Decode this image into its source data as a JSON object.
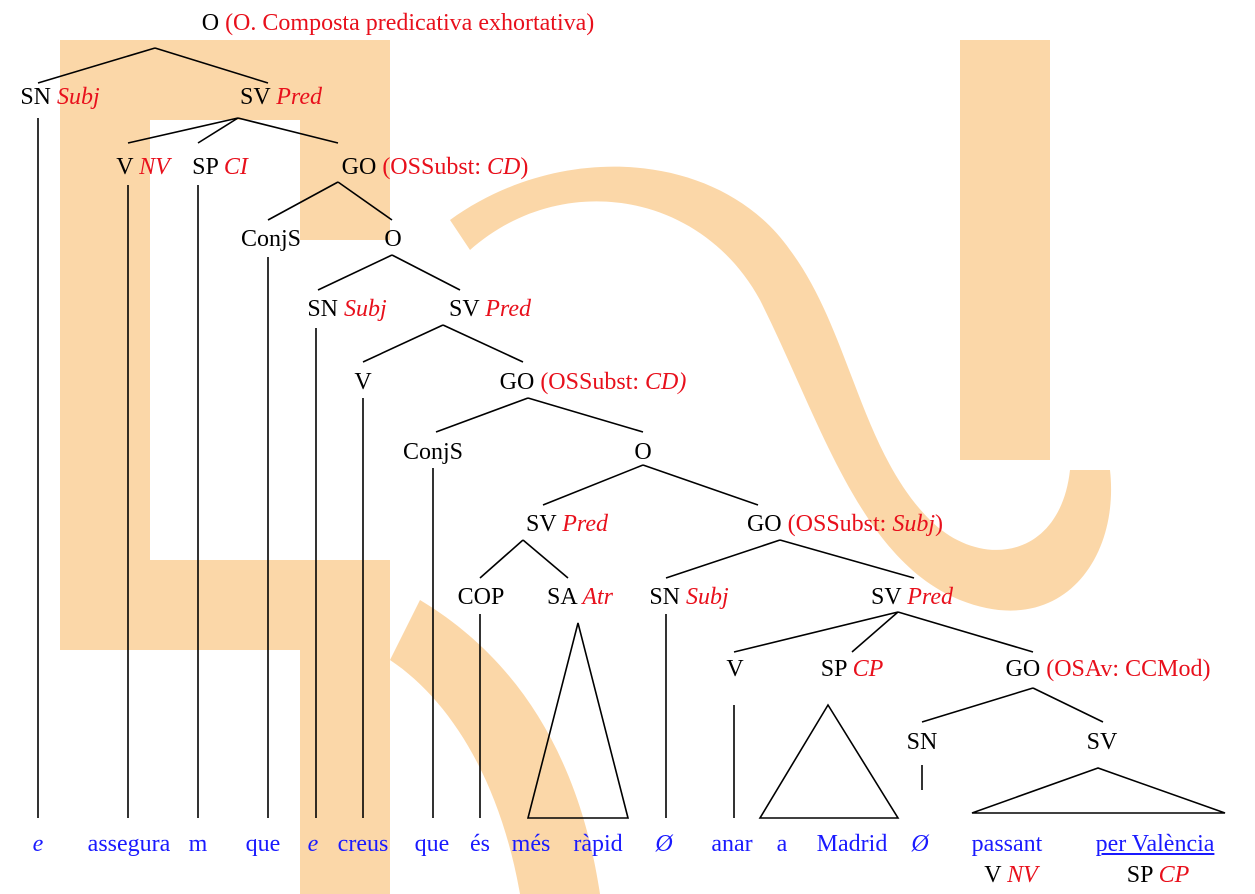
{
  "colors": {
    "category": "#000000",
    "function": "#e8101c",
    "word": "#1a1aff",
    "watermark": "#fbd7a8"
  },
  "nodes": {
    "root": {
      "cat": "O",
      "paren": "(O. Composta predicativa exhortativa)"
    },
    "sn1": {
      "cat": "SN",
      "fn": "Subj"
    },
    "sv1": {
      "cat": "SV",
      "fn": "Pred"
    },
    "v1": {
      "cat": "V",
      "fn": "NV"
    },
    "sp1": {
      "cat": "SP",
      "fn": "CI"
    },
    "go1": {
      "cat": "GO",
      "paren_open": "(OSSubst: ",
      "paren_fn": "CD",
      "paren_close": ")"
    },
    "conj1": {
      "cat": "ConjS"
    },
    "o2": {
      "cat": "O"
    },
    "sn2": {
      "cat": "SN",
      "fn": "Subj"
    },
    "sv2": {
      "cat": "SV",
      "fn": "Pred"
    },
    "v2": {
      "cat": "V"
    },
    "go2": {
      "cat": "GO",
      "paren_open": "(OSSubst: ",
      "paren_fn": "CD)"
    },
    "conj2": {
      "cat": "ConjS"
    },
    "o3": {
      "cat": "O"
    },
    "sv3": {
      "cat": "SV",
      "fn": "Pred"
    },
    "go3": {
      "cat": "GO",
      "paren_open": "(OSSubst: ",
      "paren_fn": "Subj",
      "paren_close": ")"
    },
    "cop": {
      "cat": "COP"
    },
    "sa": {
      "cat": "SA",
      "fn": "Atr"
    },
    "sn3": {
      "cat": "SN",
      "fn": "Subj"
    },
    "sv4": {
      "cat": "SV",
      "fn": "Pred"
    },
    "v3": {
      "cat": "V"
    },
    "sp2": {
      "cat": "SP",
      "fn": "CP"
    },
    "go4": {
      "cat": "GO",
      "paren": "(OSAv: CCMod)"
    },
    "sn4": {
      "cat": "SN"
    },
    "sv5": {
      "cat": "SV"
    },
    "v4": {
      "cat": "V",
      "fn": "NV"
    },
    "sp3": {
      "cat": "SP",
      "fn": "CP"
    }
  },
  "words": [
    "e",
    "assegura",
    "m",
    "que",
    "e",
    "creus",
    "que",
    "és",
    "més",
    "ràpid",
    "Ø",
    "anar",
    "a",
    "Madrid",
    "Ø",
    "passant",
    "per València"
  ]
}
